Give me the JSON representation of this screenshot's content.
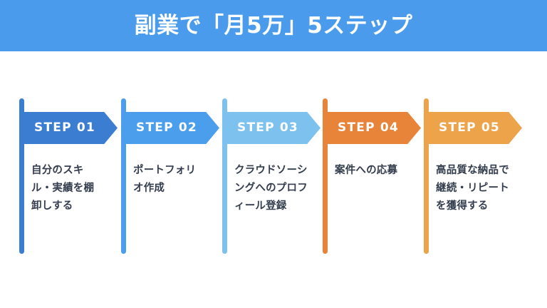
{
  "header": {
    "title": "副業で「月5万」5ステップ",
    "background_color": "#4a9bec",
    "text_color": "#ffffff"
  },
  "theme": {
    "page_background": "#ffffff",
    "body_text_color": "#333d4d"
  },
  "steps": [
    {
      "label": "STEP 01",
      "color": "#3b7dd0",
      "lines": [
        "自分のスキ",
        "ル・実績を棚",
        "卸しする"
      ],
      "text": "自分のスキル・実績を棚卸しする"
    },
    {
      "label": "STEP 02",
      "color": "#4a9eec",
      "lines": [
        "ポートフォリ",
        "オ作成"
      ],
      "text": "ポートフォリオ作成"
    },
    {
      "label": "STEP 03",
      "color": "#7dc2ef",
      "lines": [
        "クラウドソーシ",
        "ングへのプロフ",
        "ィール登録"
      ],
      "text": "クラウドソーシングへのプロフィール登録"
    },
    {
      "label": "STEP 04",
      "color": "#e8833a",
      "lines": [
        "案件への応募"
      ],
      "text": "案件への応募"
    },
    {
      "label": "STEP 05",
      "color": "#eda34a",
      "lines": [
        "高品質な納品で",
        "継続・リピート",
        "を獲得する"
      ],
      "text": "高品質な納品で継続・リピートを獲得する"
    }
  ]
}
